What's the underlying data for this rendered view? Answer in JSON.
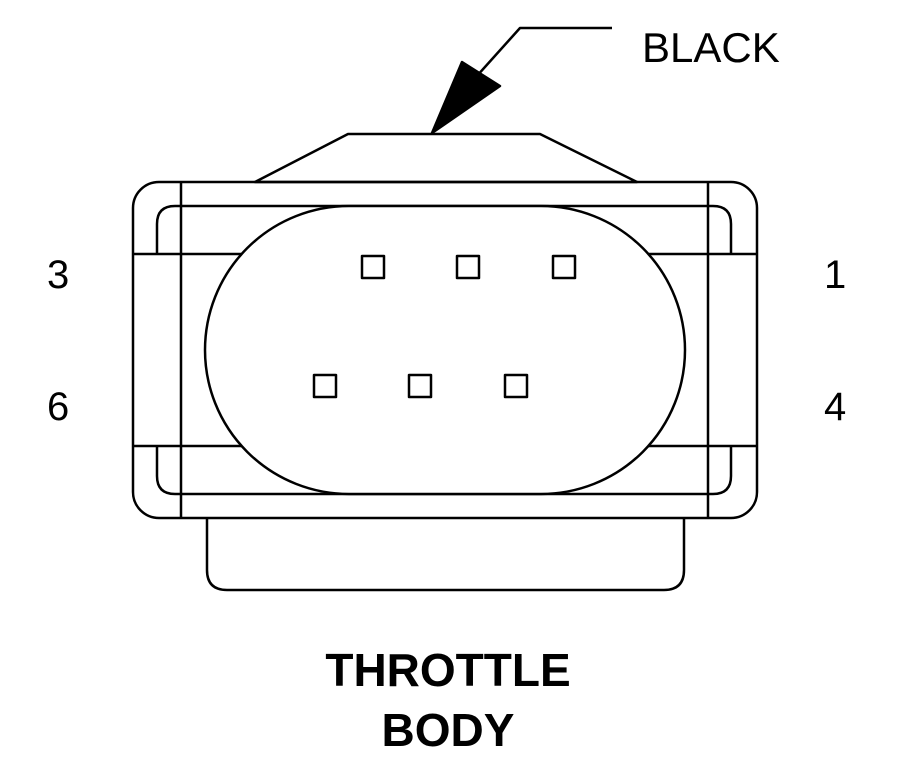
{
  "connector": {
    "color_label": "BLACK",
    "name_line1": "THROTTLE",
    "name_line2": "BODY",
    "pin_labels": {
      "top_left": "3",
      "bottom_left": "6",
      "top_right": "1",
      "bottom_right": "4"
    },
    "pin_count": 6
  }
}
